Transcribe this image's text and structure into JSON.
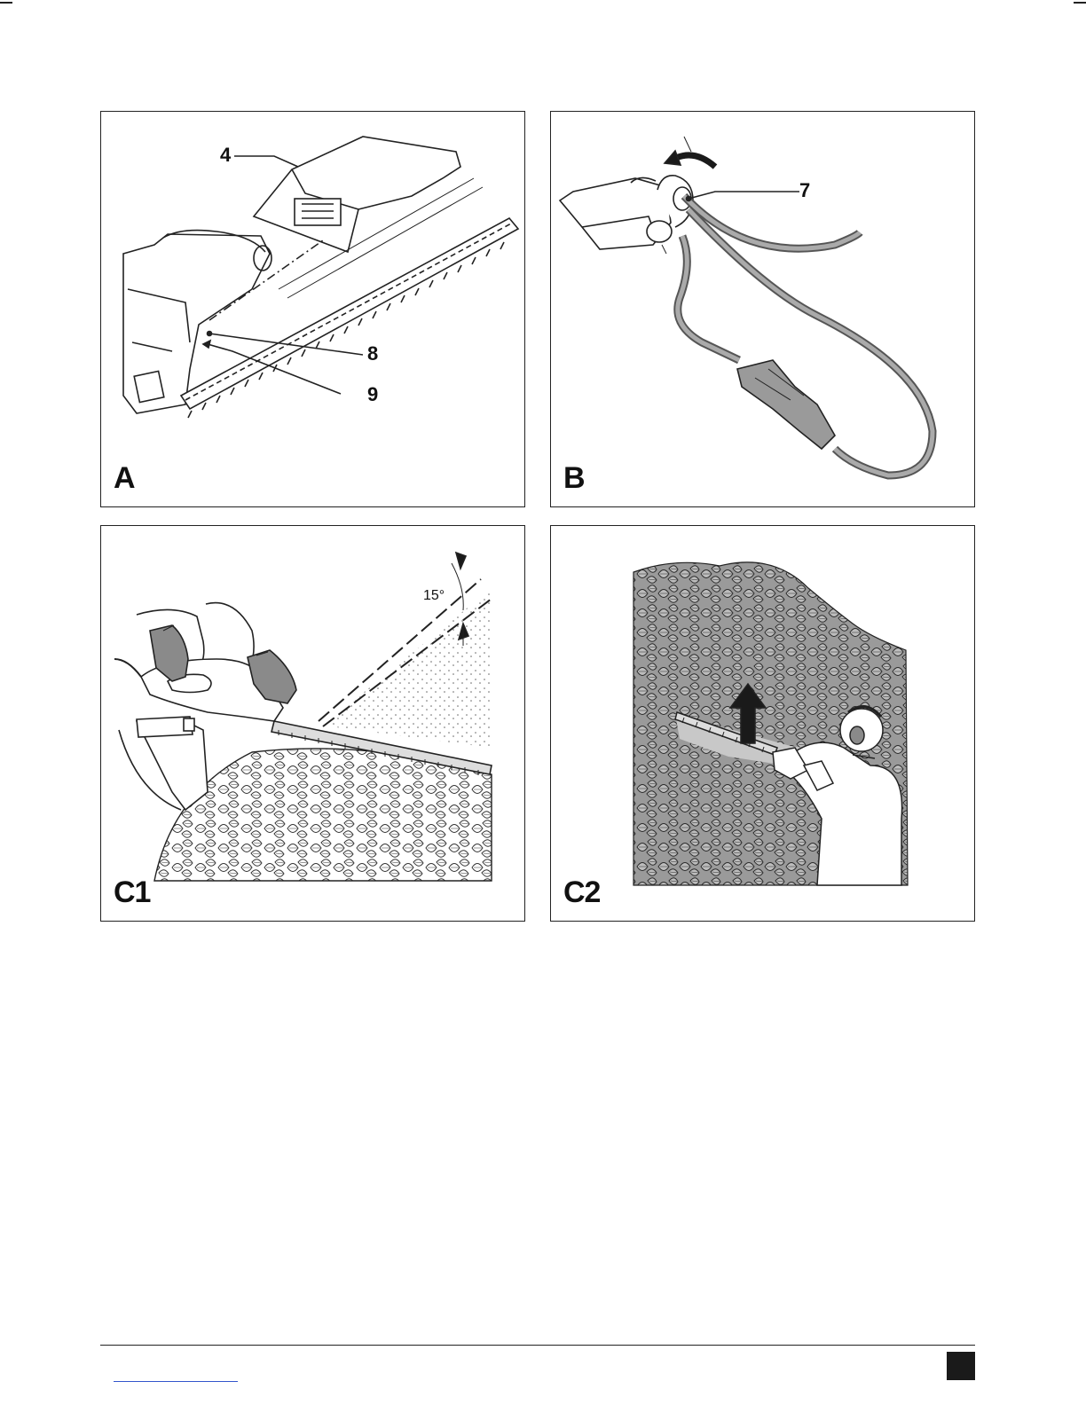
{
  "figures": [
    {
      "id": "A",
      "label": "A",
      "callouts": [
        "4",
        "8",
        "9"
      ]
    },
    {
      "id": "B",
      "label": "B",
      "callouts": [
        "7"
      ]
    },
    {
      "id": "C1",
      "label": "C1",
      "angle_label": "15°"
    },
    {
      "id": "C2",
      "label": "C2"
    }
  ],
  "colors": {
    "line": "#222222",
    "hedge": "#9a9a9a",
    "hedge_dark": "#555555",
    "gloves": "#8a8a8a"
  }
}
